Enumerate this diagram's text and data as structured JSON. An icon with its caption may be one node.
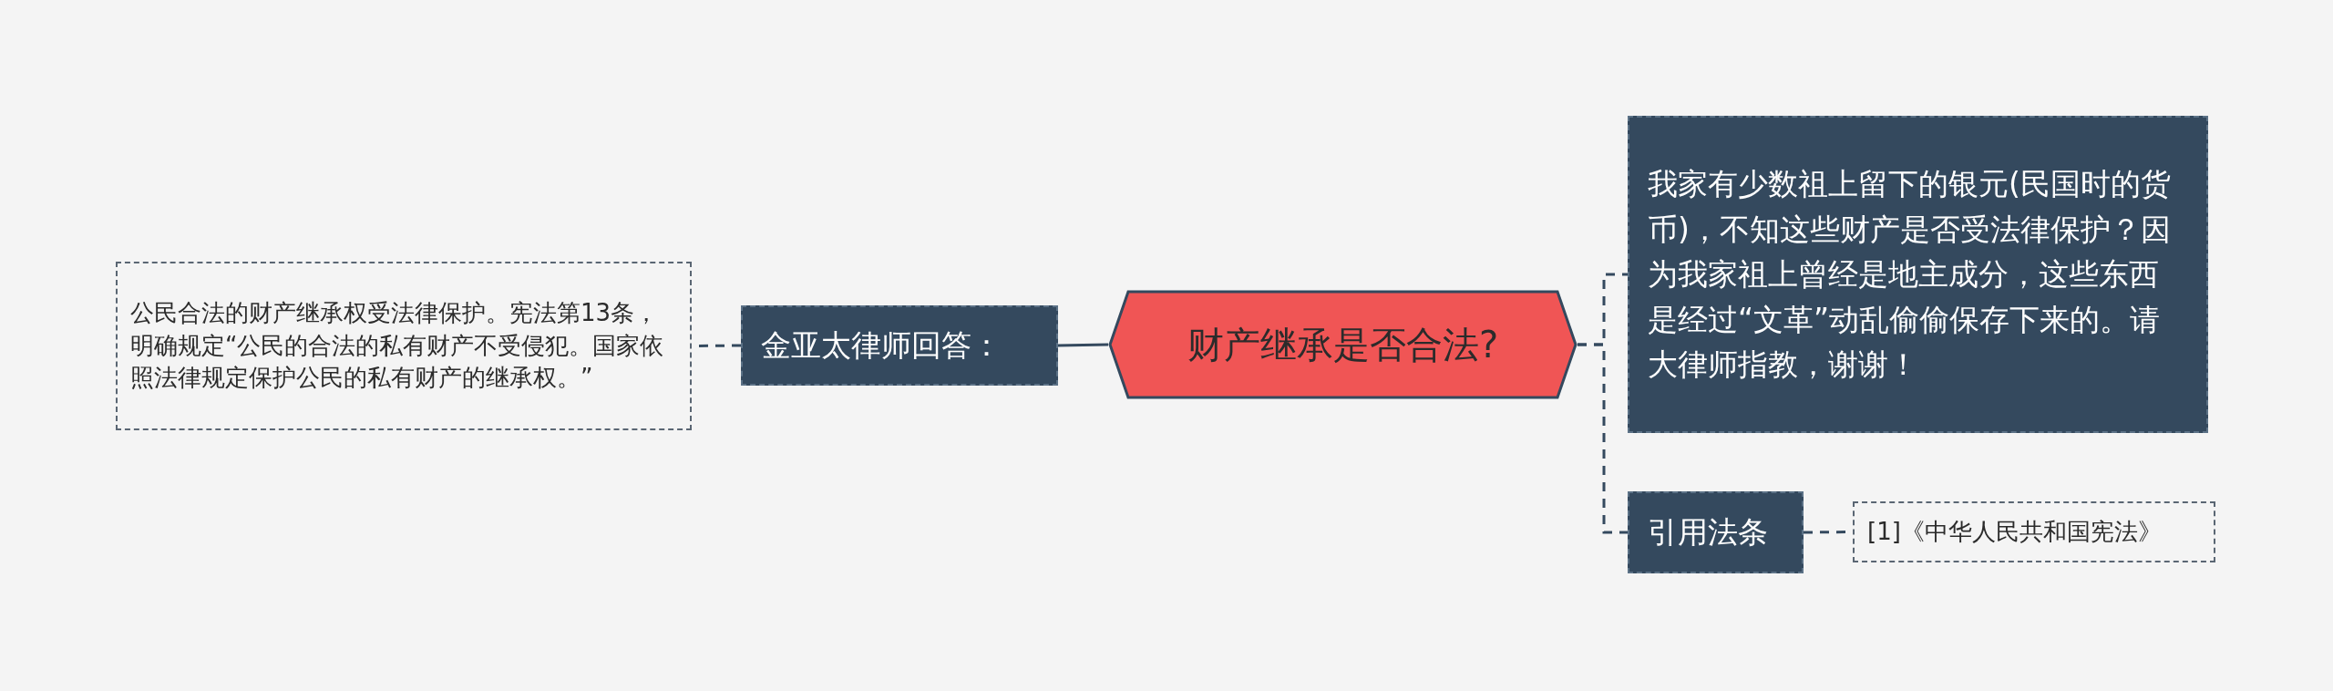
{
  "diagram": {
    "nodes": [
      {
        "text": [
          "财产继承是否合法?"
        ]
      },
      {
        "text": [
          "金亚太律师回答："
        ]
      },
      {
        "text": [
          "公民合法的财产继承权受法律保护。宪法第13条，明确规定“公民的合法的私有财产不受侵犯。国家依照法律规定保护公民的私有财产的继承权。”"
        ]
      },
      {
        "text": [
          "我家有少数祖上留下的银元(民国时的货币)，不知这些财产是否受法律保护？因为我家祖上曾经是地主成分，这些东西是经过“文革”动乱偷偷保存下来的。请大律师指教，谢谢！"
        ]
      },
      {
        "text": [
          "引用法条"
        ]
      },
      {
        "text": [
          "[1]《中华人民共和国宪法》"
        ]
      }
    ],
    "edges": [
      {
        "from": 0,
        "to": 1,
        "arrow": "none"
      },
      {
        "from": 1,
        "to": 2,
        "arrow": "none",
        "style": "dashed"
      },
      {
        "from": 0,
        "to": 3,
        "arrow": "none",
        "style": "dashed"
      },
      {
        "from": 0,
        "to": 4,
        "arrow": "none",
        "style": "dashed"
      },
      {
        "from": 4,
        "to": 5,
        "arrow": "none",
        "style": "dashed"
      }
    ]
  }
}
